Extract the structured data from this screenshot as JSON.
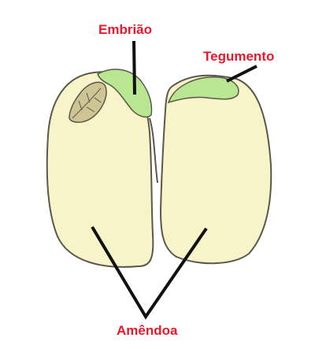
{
  "diagram": {
    "labels": {
      "embriao": "Embrião",
      "tegumento": "Tegumento",
      "amendoa": "Amêndoa"
    },
    "colors": {
      "label_text": "#e8192c",
      "cotyledon_fill": "#f8f4c9",
      "embryo_fill": "#b9e691",
      "plumule_fill": "#cfc494",
      "outline": "#5a574c",
      "pointer_line": "#111111"
    }
  }
}
